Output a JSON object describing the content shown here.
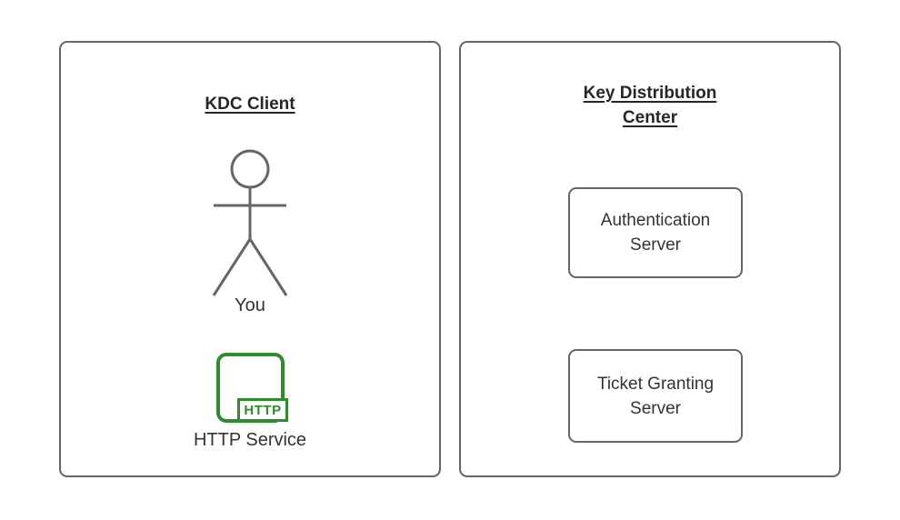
{
  "colors": {
    "background": "#ffffff",
    "panel_border": "#666666",
    "shape_stroke": "#666666",
    "body_text": "#333333",
    "title_text": "#262626",
    "accent_green": "#2f8b2c"
  },
  "left_panel": {
    "title": "KDC Client",
    "actor_label": "You",
    "http_badge": "HTTP",
    "http_service_label": "HTTP Service"
  },
  "right_panel": {
    "title": "Key Distribution Center",
    "nodes": [
      {
        "label": "Authentication Server"
      },
      {
        "label": "Ticket Granting Server"
      }
    ]
  }
}
